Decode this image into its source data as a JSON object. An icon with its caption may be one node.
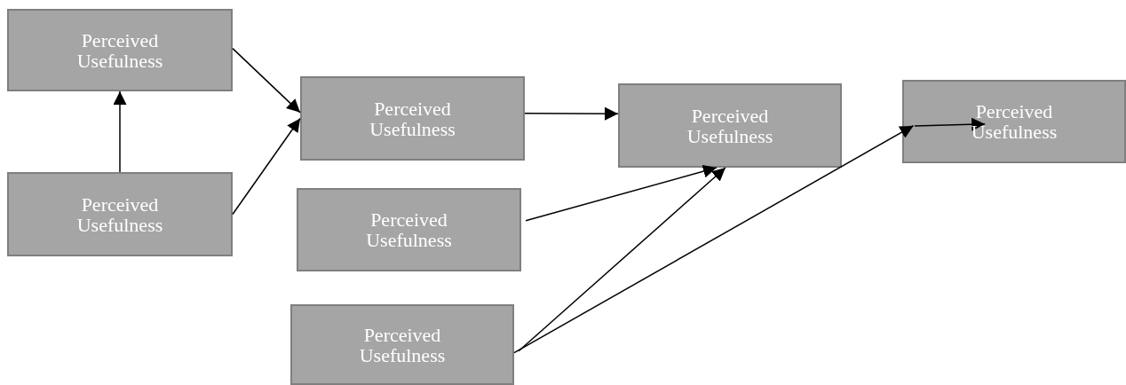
{
  "diagram": {
    "nodes": [
      {
        "text": [
          "Perceived Usefulness"
        ]
      },
      {
        "text": [
          "Perceived Usefulness"
        ]
      },
      {
        "text": [
          "Perceived Usefulness"
        ]
      },
      {
        "text": [
          "Perceived Usefulness"
        ]
      },
      {
        "text": [
          "Perceived Usefulness"
        ]
      },
      {
        "text": [
          "Perceived Usefulness"
        ]
      },
      {
        "text": [
          "Perceived Usefulness"
        ]
      }
    ],
    "edges": [
      {
        "from": 1,
        "to": 0,
        "arrow": "to"
      },
      {
        "from": 0,
        "to": 2,
        "arrow": "to"
      },
      {
        "from": 1,
        "to": 2,
        "arrow": "to"
      },
      {
        "from": 2,
        "to": 5,
        "arrow": "to"
      },
      {
        "from": 3,
        "to": 5,
        "arrow": "to"
      },
      {
        "from": 4,
        "to": 5,
        "arrow": "to"
      },
      {
        "from": 4,
        "to": 6,
        "arrow": "to"
      },
      {
        "from": null,
        "to": 6,
        "arrow": "to"
      }
    ]
  }
}
